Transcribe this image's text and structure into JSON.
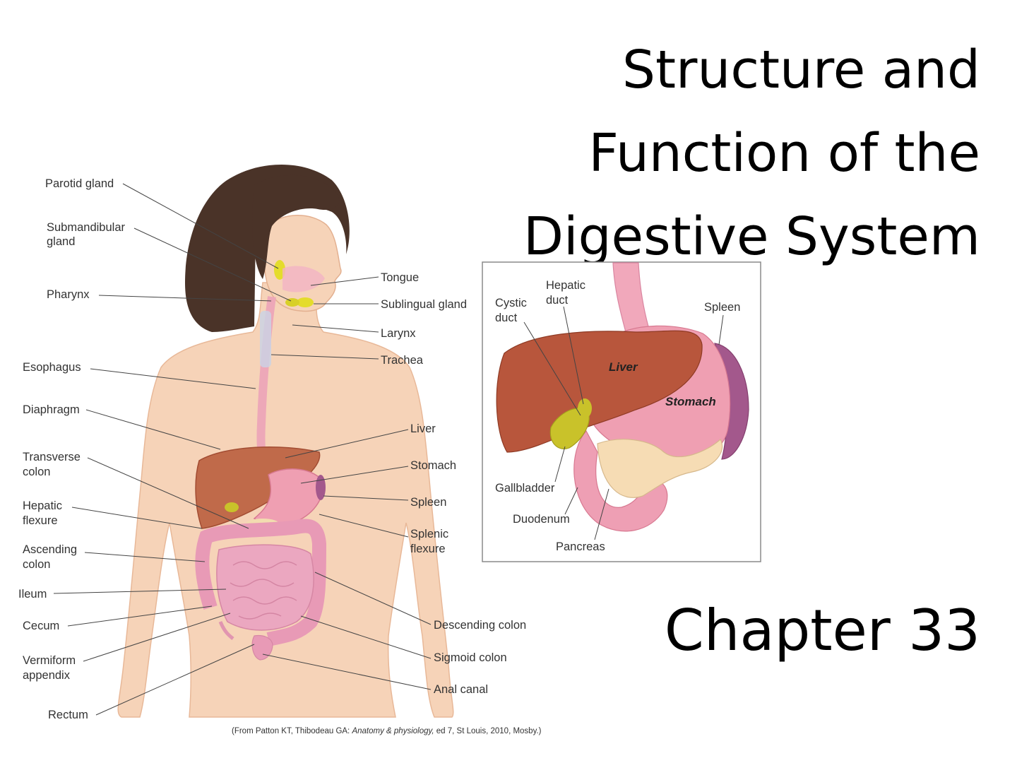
{
  "slide": {
    "title_lines": [
      "Structure and",
      "Function of the",
      "Digestive System"
    ],
    "subtitle": "Chapter 33",
    "credit": {
      "prefix": "(From Patton KT, Thibodeau GA: ",
      "book": "Anatomy & physiology,",
      "suffix": " ed 7, St Louis, 2010, Mosby.)"
    }
  },
  "body_figure": {
    "left_labels": {
      "parotid": "Parotid gland",
      "submandibular_1": "Submandibular",
      "submandibular_2": "gland",
      "pharynx": "Pharynx",
      "esophagus": "Esophagus",
      "diaphragm": "Diaphragm",
      "transverse_1": "Transverse",
      "transverse_2": "colon",
      "hepatic_1": "Hepatic",
      "hepatic_2": "flexure",
      "ascending_1": "Ascending",
      "ascending_2": "colon",
      "ileum": "Ileum",
      "cecum": "Cecum",
      "vermiform_1": "Vermiform",
      "vermiform_2": "appendix",
      "rectum": "Rectum"
    },
    "right_labels": {
      "tongue": "Tongue",
      "sublingual": "Sublingual gland",
      "larynx": "Larynx",
      "trachea": "Trachea",
      "liver": "Liver",
      "stomach": "Stomach",
      "spleen": "Spleen",
      "splenic_1": "Splenic",
      "splenic_2": "flexure",
      "descending": "Descending colon",
      "sigmoid": "Sigmoid colon",
      "anal": "Anal canal"
    }
  },
  "inset_figure": {
    "labels": {
      "hepatic_duct_1": "Hepatic",
      "hepatic_duct_2": "duct",
      "cystic_duct_1": "Cystic",
      "cystic_duct_2": "duct",
      "spleen": "Spleen",
      "liver": "Liver",
      "stomach": "Stomach",
      "gallbladder": "Gallbladder",
      "duodenum": "Duodenum",
      "pancreas": "Pancreas"
    }
  },
  "colors": {
    "skin": "#f6d3b8",
    "hair": "#4a3328",
    "liver": "#b8563c",
    "stomach": "#ef9fb2",
    "intestine": "#eba7c0",
    "gallbladder": "#c9c22a",
    "spleen": "#a3588c",
    "pancreas": "#f6dcb4"
  }
}
